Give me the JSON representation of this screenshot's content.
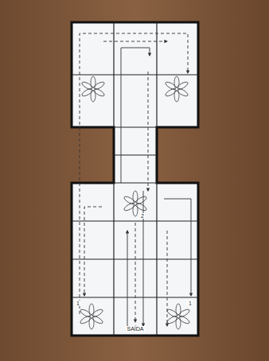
{
  "diagram": {
    "labels": [
      "2",
      "1",
      "1",
      "SAÍDA"
    ]
  }
}
